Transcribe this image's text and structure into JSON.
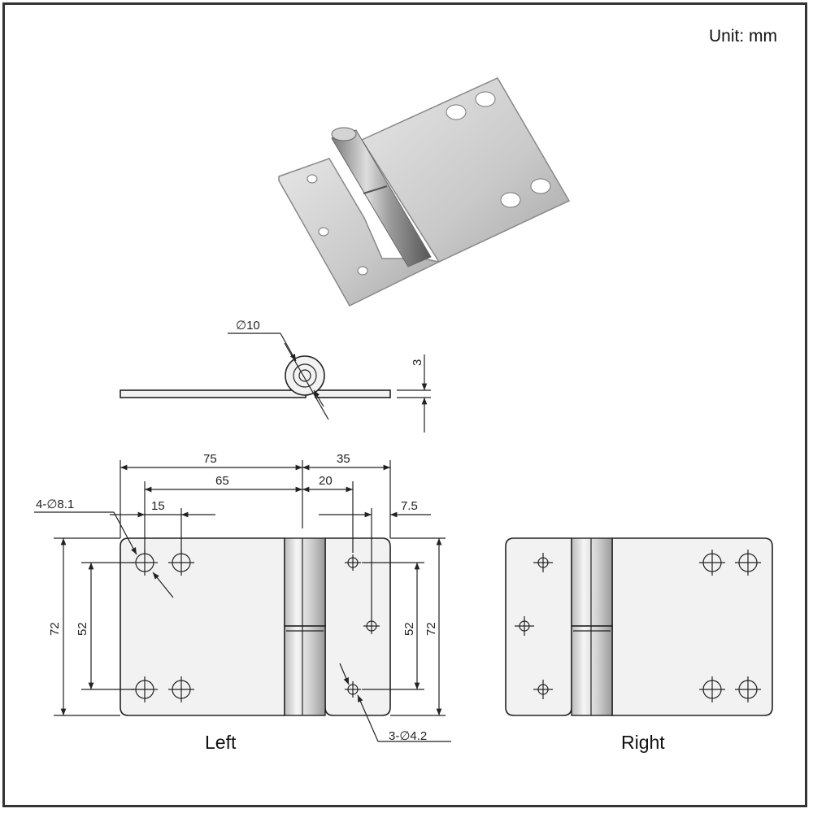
{
  "unit_label": "Unit: mm",
  "views": {
    "left": "Left",
    "right": "Right"
  },
  "dimensions": {
    "pin_diameter": "∅10",
    "thickness": "3",
    "width_left_leaf": "75",
    "width_right_leaf": "35",
    "hole_span_left": "65",
    "hole_offset_right": "20",
    "hole_pitch": "15",
    "hole_edge_right": "7.5",
    "holes_large": "4-∅8.1",
    "holes_small": "3-∅4.2",
    "height_total_left": "72",
    "hole_vertical_left": "52",
    "hole_vertical_right": "52",
    "height_total_right": "72"
  },
  "colors": {
    "line": "#222222",
    "fill": "#f2f2f2",
    "metal": "#c8c8c8"
  }
}
